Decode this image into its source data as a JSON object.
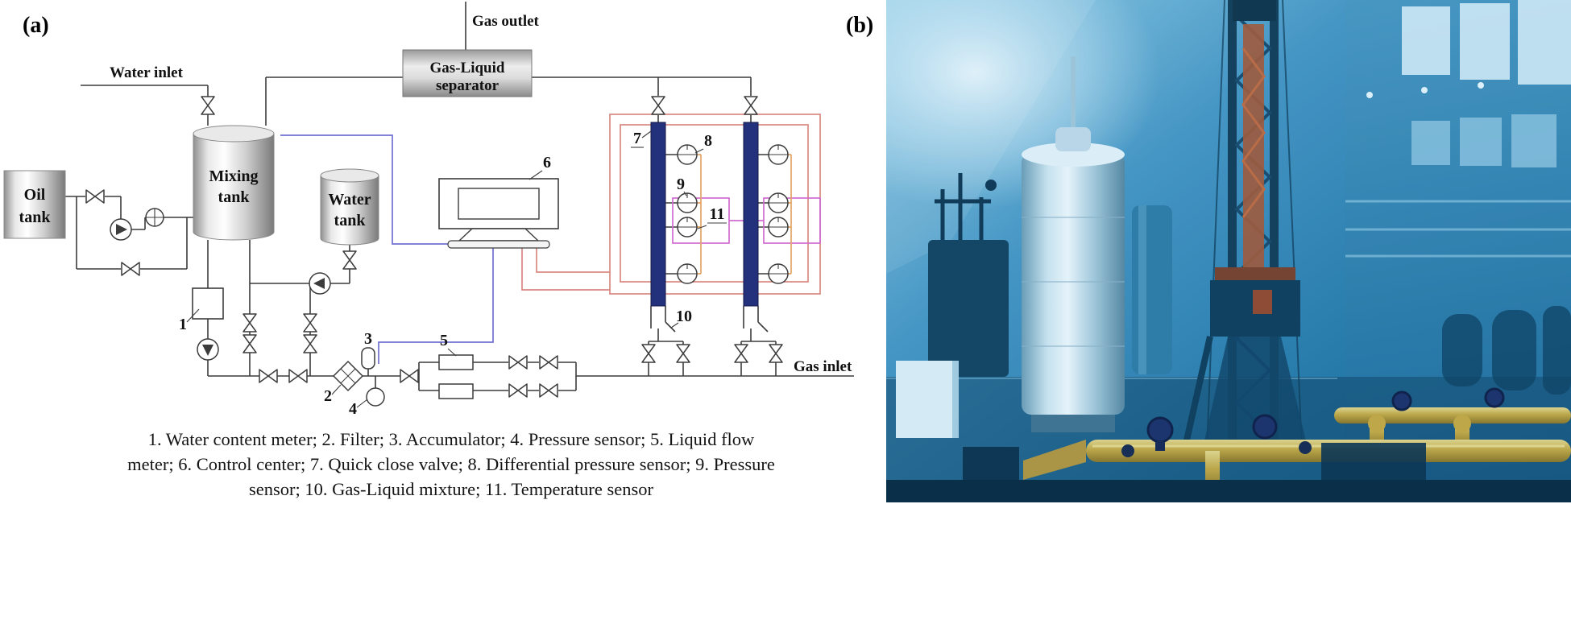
{
  "figure": {
    "panel_a_label": "(a)",
    "panel_b_label": "(b)"
  },
  "diagram": {
    "labels": {
      "gas_outlet": "Gas outlet",
      "water_inlet": "Water inlet",
      "gas_inlet": "Gas inlet",
      "separator_line1": "Gas-Liquid",
      "separator_line2": "separator",
      "mixing_line1": "Mixing",
      "mixing_line2": "tank",
      "oil_line1": "Oil",
      "oil_line2": "tank",
      "water_line1": "Water",
      "water_line2": "tank"
    },
    "numbers": {
      "n1": "1",
      "n2": "2",
      "n3": "3",
      "n4": "4",
      "n5": "5",
      "n6": "6",
      "n7": "7",
      "n8": "8",
      "n9": "9",
      "n10": "10",
      "n11": "11"
    },
    "colors": {
      "line": "#3c3c3c",
      "wire_blue": "#7070d4",
      "wire_red": "#d98880",
      "wire_magenta": "#d06bd0",
      "wire_orange": "#e2a468",
      "column_navy": "#23307c"
    }
  },
  "caption": {
    "line1": "1. Water content meter; 2. Filter; 3. Accumulator; 4. Pressure sensor; 5. Liquid flow",
    "line2": "meter; 6. Control center; 7. Quick close valve; 8. Differential pressure sensor; 9. Pressure",
    "line3": "sensor; 10. Gas-Liquid mixture; 11. Temperature sensor"
  },
  "photo_colors": {
    "tint": "#2f9ccc",
    "pipe_yellow": "#c7a83f",
    "structure_dark": "#123a55"
  }
}
